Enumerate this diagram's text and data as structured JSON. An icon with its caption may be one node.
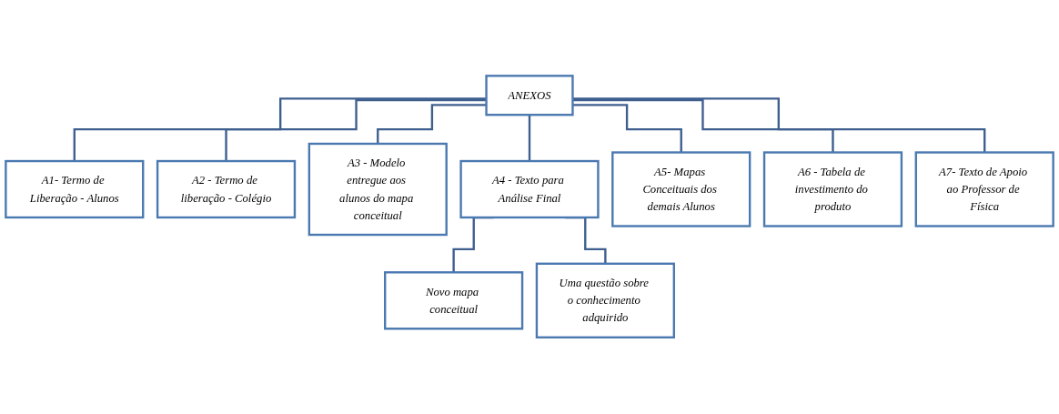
{
  "diagram": {
    "nodes": [
      {
        "text": [
          "ANEXOS"
        ]
      },
      {
        "text": [
          "A1- Termo de Liberação - Alunos"
        ]
      },
      {
        "text": [
          "A2 - Termo de liberação - Colégio"
        ]
      },
      {
        "text": [
          "A3 - Modelo entregue aos alunos do mapa conceitual"
        ]
      },
      {
        "text": [
          "A4 - Texto para Análise Final"
        ]
      },
      {
        "text": [
          "A5- Mapas Conceituais dos demais Alunos"
        ]
      },
      {
        "text": [
          "A6 - Tabela de investimento do produto"
        ]
      },
      {
        "text": [
          "A7- Texto de Apoio ao Professor de Física"
        ]
      },
      {
        "text": [
          "Novo mapa conceitual"
        ]
      },
      {
        "text": [
          "Uma questão sobre o conhecimento adquirido"
        ]
      }
    ],
    "edges": [
      {
        "from": 0,
        "to": 1,
        "arrow": "none"
      },
      {
        "from": 0,
        "to": 2,
        "arrow": "none"
      },
      {
        "from": 0,
        "to": 3,
        "arrow": "none"
      },
      {
        "from": 0,
        "to": 4,
        "arrow": "none"
      },
      {
        "from": 0,
        "to": 5,
        "arrow": "none"
      },
      {
        "from": 0,
        "to": 6,
        "arrow": "none"
      },
      {
        "from": 0,
        "to": 7,
        "arrow": "none"
      },
      {
        "from": 4,
        "to": 8,
        "arrow": "none"
      },
      {
        "from": 4,
        "to": 9,
        "arrow": "none"
      }
    ]
  }
}
